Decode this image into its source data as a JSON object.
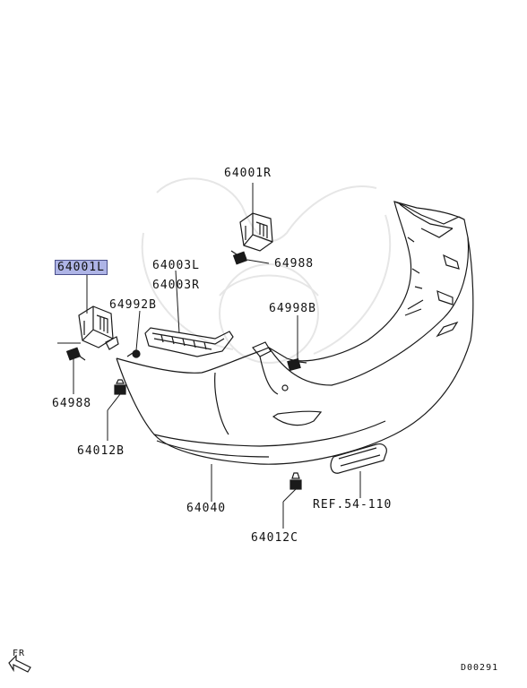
{
  "labels": {
    "p64001R": "64001R",
    "p64001L": "64001L",
    "p64003L": "64003L",
    "p64003R": "64003R",
    "p64988_top": "64988",
    "p64992B": "64992B",
    "p64998B": "64998B",
    "p64988_left": "64988",
    "p64012B": "64012B",
    "p64040": "64040",
    "ref": "REF.54-110",
    "p64012C": "64012C"
  },
  "orientation": "FR",
  "diagram_code": "D00291",
  "colors": {
    "highlight": "#aeb4e6",
    "line": "#1a1a1a"
  }
}
